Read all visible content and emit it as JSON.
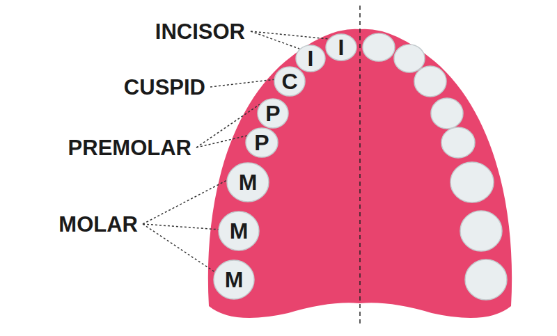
{
  "diagram": {
    "nodes": [
      {
        "text": [
          "I"
        ]
      },
      {
        "text": [
          "I"
        ]
      },
      {
        "text": [
          "C"
        ]
      },
      {
        "text": [
          "P"
        ]
      },
      {
        "text": [
          "P"
        ]
      },
      {
        "text": [
          "M"
        ]
      },
      {
        "text": [
          "M"
        ]
      },
      {
        "text": [
          "M"
        ]
      }
    ],
    "labels": [
      "INCISOR",
      "CUSPID",
      "PREMOLAR",
      "MOLAR"
    ]
  }
}
